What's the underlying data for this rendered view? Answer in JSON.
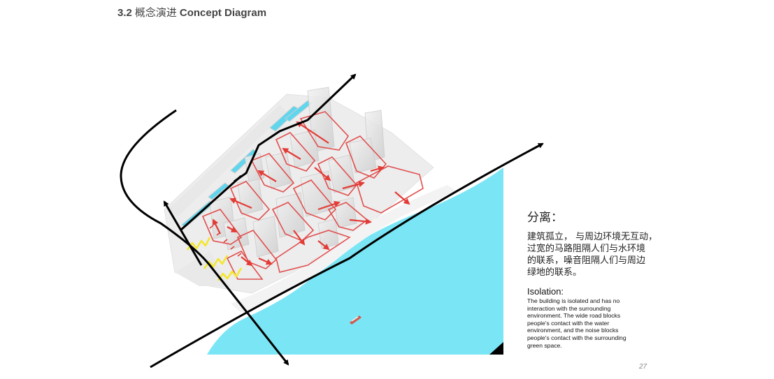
{
  "header": {
    "section_number": "3.2",
    "section_cn": "概念演进",
    "section_en": "Concept Diagram"
  },
  "panel": {
    "heading_cn": "分离：",
    "body_cn_lines": [
      "建筑孤立，  与周边环境无互动，",
      "过宽的马路阻隔人们与水环境",
      "的联系，噪音阻隔人们与周边",
      "绿地的联系。"
    ],
    "heading_en": "Isolation:",
    "body_en_lines": [
      "The building is isolated and has no",
      "interaction with the surrounding",
      "environment. The wide road blocks",
      "people's contact with the water",
      "environment, and the noise blocks",
      "people's contact with the surrounding",
      "green space."
    ]
  },
  "page_number": "27",
  "colors": {
    "water": "#7ae6f5",
    "block_outline": "#e0504f",
    "arrow_red": "#e33b36",
    "noise_yellow": "#f5e62a",
    "road": "#000000"
  },
  "icons": [
    "boat-icon",
    "noise-wave-icon",
    "red-arrow-icon"
  ]
}
